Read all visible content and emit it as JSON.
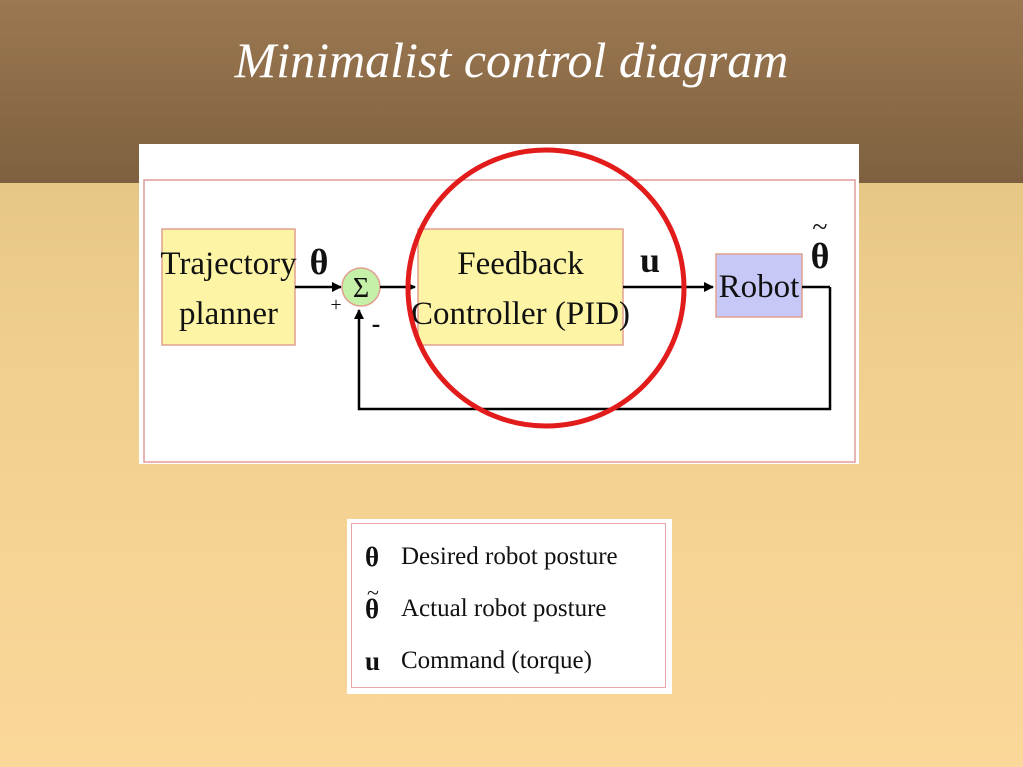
{
  "slide": {
    "title": "Minimalist control diagram"
  },
  "diagram": {
    "blocks": {
      "trajectory_planner": [
        "Trajectory",
        "planner"
      ],
      "feedback_controller": [
        "Feedback",
        "Controller (PID)"
      ],
      "robot": "Robot"
    },
    "summing_junction": {
      "symbol": "Σ",
      "plus_sign": "+",
      "minus_sign": "-"
    },
    "signals": {
      "desired": "θ",
      "command": "u",
      "actual": "θ",
      "actual_accent": "~"
    },
    "colors": {
      "block_fill_yellow": "#fdf5a5",
      "block_border": "#e0a090",
      "robot_fill": "#c8c8f8",
      "junction_fill": "#c4f0a8",
      "highlight_circle": "#e21b1b",
      "frame_border": "#e29a9a"
    }
  },
  "legend": {
    "items": [
      {
        "symbol": "θ",
        "accent": "",
        "description": "Desired robot posture"
      },
      {
        "symbol": "θ",
        "accent": "~",
        "description": "Actual robot posture"
      },
      {
        "symbol": "u",
        "accent": "",
        "description": "Command (torque)"
      }
    ]
  }
}
